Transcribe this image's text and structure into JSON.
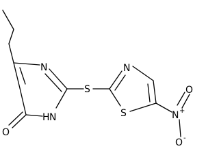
{
  "molecule": {
    "atoms": {
      "n_pyrimidine": "N",
      "nh_pyrimidine": "H",
      "n_of_nh": "N",
      "o_carbonyl": "O",
      "s_thioether": "S",
      "n_thiazole": "N",
      "s_thiazole": "S",
      "n_nitro": "N",
      "n_nitro_charge": "+",
      "o_nitro_top": "O",
      "o_nitro_bottom": "O",
      "o_nitro_bottom_charge": "-"
    }
  }
}
